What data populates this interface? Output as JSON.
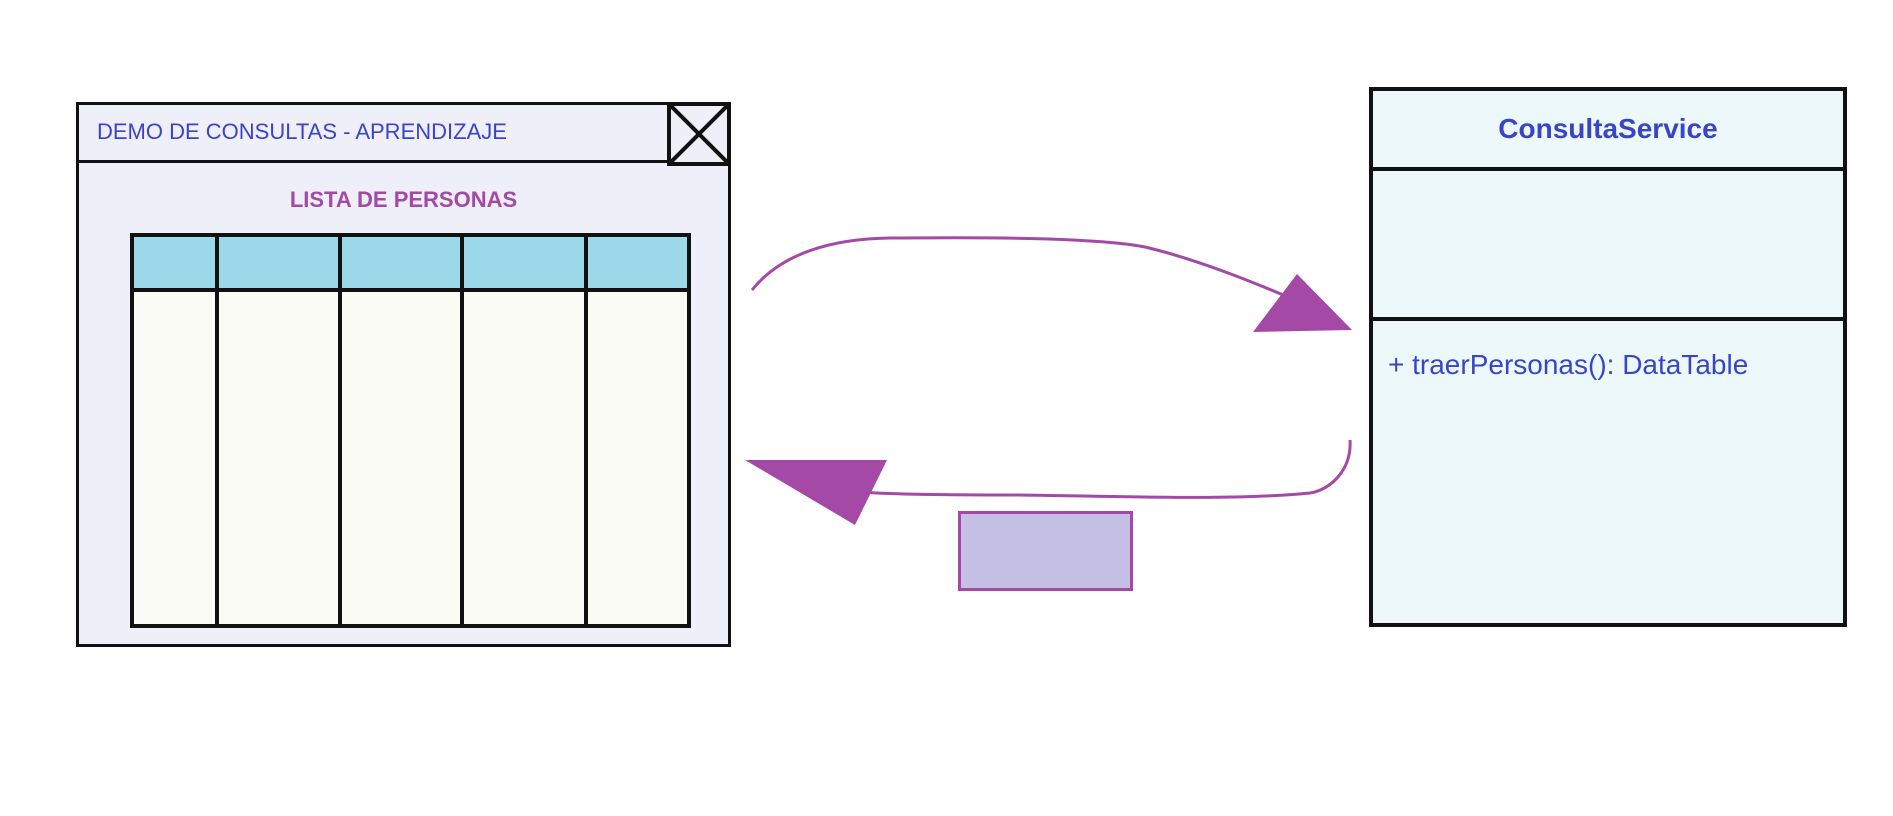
{
  "window": {
    "title": "DEMO DE CONSULTAS - APRENDIZAJE",
    "close_icon": "close-x-icon",
    "list_heading": "LISTA DE PERSONAS",
    "table": {
      "column_count": 5,
      "headers": [
        "",
        "",
        "",
        "",
        ""
      ],
      "header_color": "#9bd9ea",
      "body_color": "#fbfbf6"
    },
    "background_color": "#efeffa"
  },
  "service_class": {
    "name": "ConsultaService",
    "attributes": [],
    "methods": [
      "+ traerPersonas(): DataTable"
    ],
    "background_color": "#ecf8fa"
  },
  "connectors": {
    "request_arrow": "window-to-service-arrow",
    "response_arrow": "service-to-window-arrow",
    "color": "#a449a6"
  },
  "response_data_box": {
    "label": "",
    "fill_color": "#c6bfe5",
    "border_color": "#a449a6"
  },
  "colors": {
    "title_text": "#3a45c6",
    "heading_text": "#a449a6",
    "outline": "#111111"
  }
}
